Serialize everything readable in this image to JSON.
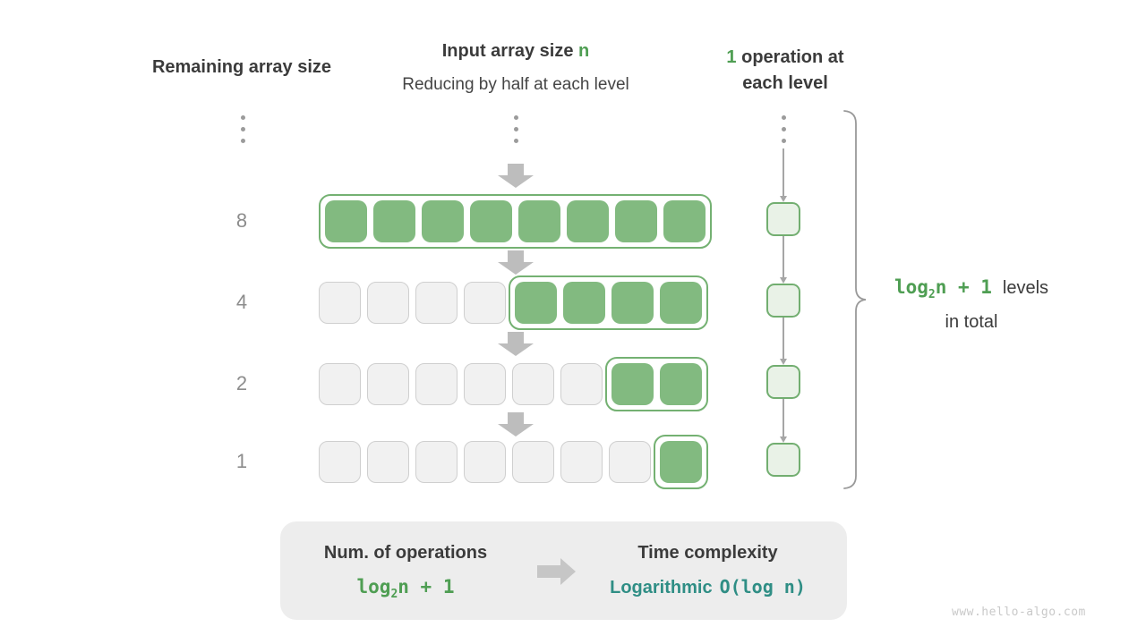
{
  "headers": {
    "remaining": "Remaining array size",
    "input_title": "Input array size ",
    "input_title_n": "n",
    "input_subtitle": "Reducing by half at each level",
    "ops_highlight": "1",
    "ops_line1_rest": " operation at",
    "ops_line2": "each level"
  },
  "diagram": {
    "rows": [
      {
        "label": "8",
        "gray": 0,
        "green": 8
      },
      {
        "label": "4",
        "gray": 4,
        "green": 4
      },
      {
        "label": "2",
        "gray": 6,
        "green": 2
      },
      {
        "label": "1",
        "gray": 7,
        "green": 1
      }
    ],
    "ops_levels": 4
  },
  "levels_note": {
    "formula_log": "log",
    "formula_sub": "2",
    "formula_rest": "n + 1",
    "line1_rest": "levels",
    "line2": "in total"
  },
  "summary": {
    "left_title": "Num. of operations",
    "formula_log": "log",
    "formula_sub": "2",
    "formula_rest": "n + 1",
    "right_title": "Time complexity",
    "right_word": "Logarithmic",
    "right_code": "O(log n)"
  },
  "watermark": "www.hello-algo.com",
  "colors": {
    "green_fill": "#82ba80",
    "green_border": "#74b172",
    "green_text": "#4f9e53",
    "light_green_fill": "#e9f2e7",
    "gray_cell_fill": "#f1f1f1",
    "gray_cell_border": "#cfcfcf",
    "teal_text": "#2f8e85",
    "chunky_arrow_gray": "#bdbdbd"
  }
}
